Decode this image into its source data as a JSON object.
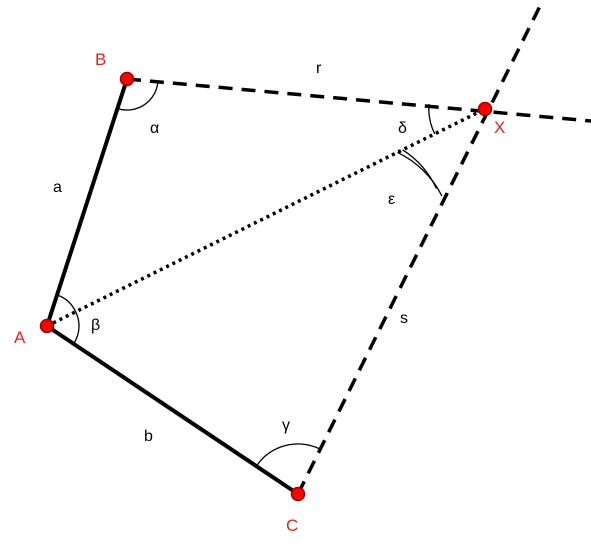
{
  "colors": {
    "line": "#000000",
    "point_fill": "#ff0000",
    "point_stroke": "#990000",
    "vertex_label": "#e8211c",
    "text": "#000000",
    "background": "#ffffff"
  },
  "points": {
    "A": "A",
    "B": "B",
    "C": "C",
    "X": "X"
  },
  "sides": {
    "a": "a",
    "b": "b",
    "r": "r",
    "s": "s"
  },
  "angles": {
    "alpha": "α",
    "beta": "β",
    "gamma": "γ",
    "delta": "δ",
    "epsilon": "ε"
  }
}
